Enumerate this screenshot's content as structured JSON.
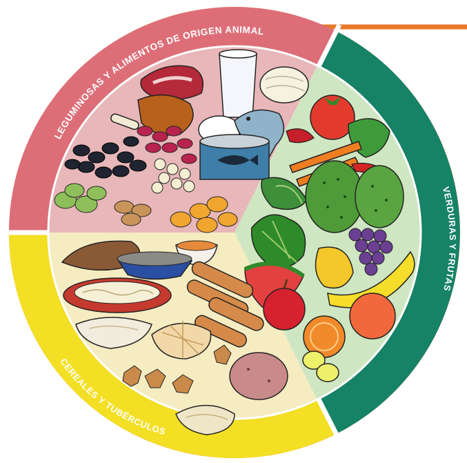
{
  "diagram": {
    "sections": [
      {
        "key": "proteins",
        "label": "LEGUMINOSAS Y ALIMENTOS DE ORIGEN ANIMAL",
        "band_color": "#dd6e78",
        "fill_color": "#e8b7b9"
      },
      {
        "key": "produce",
        "label": "VERDURAS Y FRUTAS",
        "band_color": "#168266",
        "fill_color": "#cfe6c2"
      },
      {
        "key": "grains",
        "label": "CEREALES Y TUBÉRCULOS",
        "band_color": "#f3df24",
        "fill_color": "#f6ecc2"
      }
    ],
    "outer_ring_color": "#e9792a",
    "divider_color": "#ffffff",
    "food_items": [
      {
        "name": "raw-meat",
        "section": "proteins"
      },
      {
        "name": "glass-of-milk",
        "section": "proteins"
      },
      {
        "name": "cheese",
        "section": "proteins"
      },
      {
        "name": "chicken-leg",
        "section": "proteins"
      },
      {
        "name": "fish",
        "section": "proteins"
      },
      {
        "name": "egg",
        "section": "proteins"
      },
      {
        "name": "tuna-can",
        "section": "proteins"
      },
      {
        "name": "black-beans",
        "section": "proteins"
      },
      {
        "name": "red-beans",
        "section": "proteins"
      },
      {
        "name": "chickpeas",
        "section": "proteins"
      },
      {
        "name": "fava-beans",
        "section": "proteins"
      },
      {
        "name": "peanuts",
        "section": "proteins"
      },
      {
        "name": "yellow-beans",
        "section": "proteins"
      },
      {
        "name": "tomato",
        "section": "produce"
      },
      {
        "name": "carrots",
        "section": "produce"
      },
      {
        "name": "chili-peppers",
        "section": "produce"
      },
      {
        "name": "cucumber",
        "section": "produce"
      },
      {
        "name": "nopales",
        "section": "produce"
      },
      {
        "name": "lettuce",
        "section": "produce"
      },
      {
        "name": "grapes",
        "section": "produce"
      },
      {
        "name": "bananas",
        "section": "produce"
      },
      {
        "name": "watermelon",
        "section": "produce"
      },
      {
        "name": "apple",
        "section": "produce"
      },
      {
        "name": "mango",
        "section": "produce"
      },
      {
        "name": "orange",
        "section": "produce"
      },
      {
        "name": "lemons",
        "section": "produce"
      },
      {
        "name": "sweet-potato",
        "section": "grains"
      },
      {
        "name": "soup-bowl",
        "section": "grains"
      },
      {
        "name": "rice-bowl",
        "section": "grains"
      },
      {
        "name": "spaghetti",
        "section": "grains"
      },
      {
        "name": "bread-sticks",
        "section": "grains"
      },
      {
        "name": "tortilla",
        "section": "grains"
      },
      {
        "name": "sweet-bread",
        "section": "grains"
      },
      {
        "name": "animal-crackers",
        "section": "grains"
      },
      {
        "name": "potato",
        "section": "grains"
      },
      {
        "name": "corn-husk",
        "section": "grains"
      }
    ]
  }
}
